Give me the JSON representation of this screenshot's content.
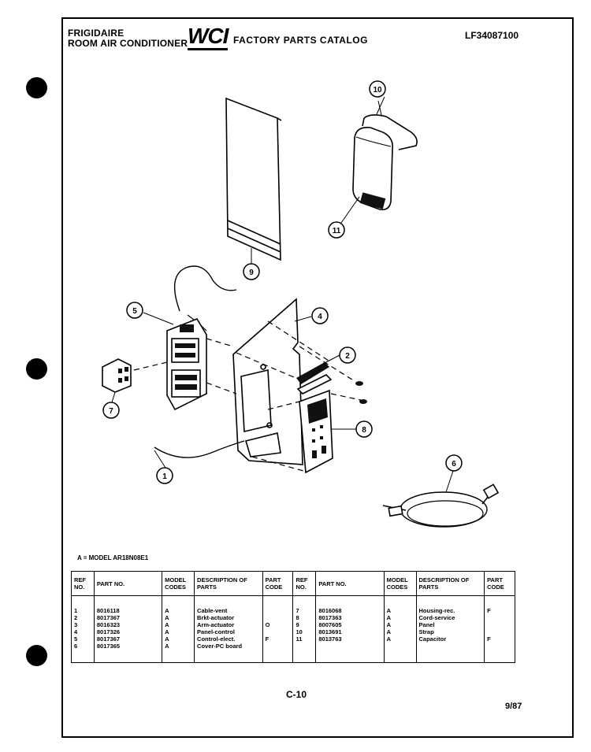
{
  "header": {
    "brand": "FRIGIDAIRE",
    "product_line": "ROOM AIR CONDITIONER",
    "logo_text": "WCI",
    "catalog_title": "FACTORY PARTS CATALOG",
    "catalog_number": "LF34087100"
  },
  "model_note": "A = MODEL AR18N08E1",
  "table": {
    "headers": {
      "ref_no": "REF NO.",
      "part_no": "PART NO.",
      "model_codes": "MODEL CODES",
      "description": "DESCRIPTION OF PARTS",
      "part_code": "PART CODE"
    },
    "left_rows": [
      {
        "ref": "1",
        "part": "8016118",
        "model": "A",
        "desc": "Cable-vent",
        "code": ""
      },
      {
        "ref": "2",
        "part": "8017367",
        "model": "A",
        "desc": "Brkt-actuator",
        "code": ""
      },
      {
        "ref": "3",
        "part": "8016323",
        "model": "A",
        "desc": "Arm-actuator",
        "code": "O"
      },
      {
        "ref": "4",
        "part": "8017326",
        "model": "A",
        "desc": "Panel-control",
        "code": ""
      },
      {
        "ref": "5",
        "part": "8017367",
        "model": "A",
        "desc": "Control-elect.",
        "code": "F"
      },
      {
        "ref": "6",
        "part": "8017365",
        "model": "A",
        "desc": "Cover-PC board",
        "code": ""
      }
    ],
    "right_rows": [
      {
        "ref": "7",
        "part": "8016068",
        "model": "A",
        "desc": "Housing-rec.",
        "code": "F"
      },
      {
        "ref": "8",
        "part": "8017363",
        "model": "A",
        "desc": "Cord-service",
        "code": ""
      },
      {
        "ref": "9",
        "part": "8007605",
        "model": "A",
        "desc": "Panel",
        "code": ""
      },
      {
        "ref": "10",
        "part": "8013691",
        "model": "A",
        "desc": "Strap",
        "code": ""
      },
      {
        "ref": "11",
        "part": "8013763",
        "model": "A",
        "desc": "Capacitor",
        "code": "F"
      }
    ]
  },
  "callouts": [
    "10",
    "11",
    "9",
    "5",
    "4",
    "2",
    "7",
    "8",
    "1",
    "6"
  ],
  "footer": {
    "page": "C-10",
    "date": "9/87"
  }
}
